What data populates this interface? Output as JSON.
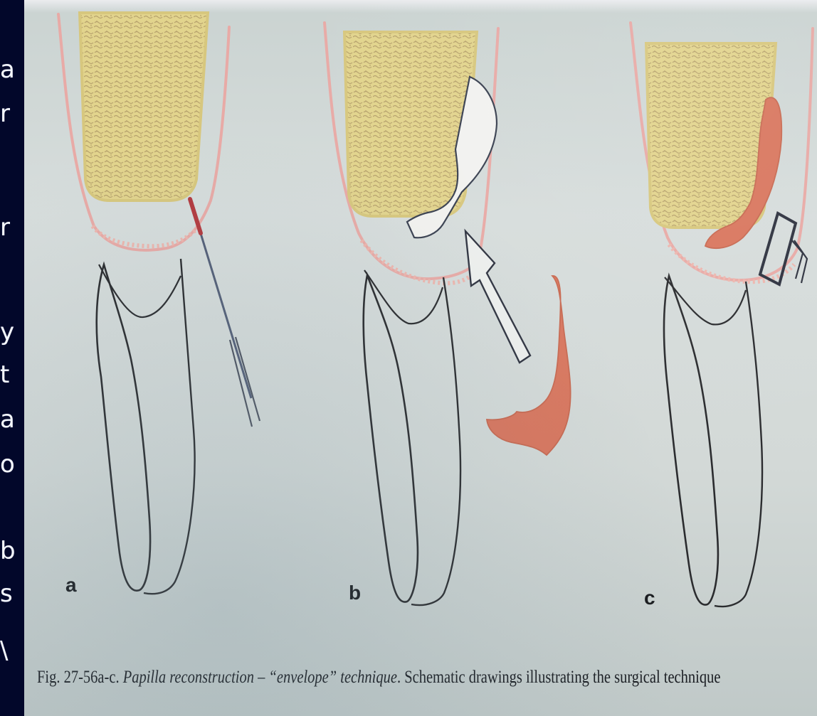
{
  "slide": {
    "left_letters": [
      "a",
      "r",
      "",
      "r",
      "",
      "y",
      "t",
      "a",
      "o",
      "b",
      "s",
      "\\"
    ]
  },
  "figure": {
    "panel_labels": [
      "a",
      "b",
      "c"
    ],
    "caption": {
      "prefix": "Fig. 27-56a-c. ",
      "italic": "Papilla reconstruction – “envelope” technique",
      "suffix": ". Schematic drawings illustrating the surgical technique"
    },
    "colors": {
      "bone_fill": "#e3d58e",
      "bone_texture": "#b7a46f",
      "gingiva_line": "#e6aea9",
      "graft": "#d9775f",
      "tooth_outline": "#2a2c2f",
      "instrument_blade": "#b33a3f"
    }
  }
}
